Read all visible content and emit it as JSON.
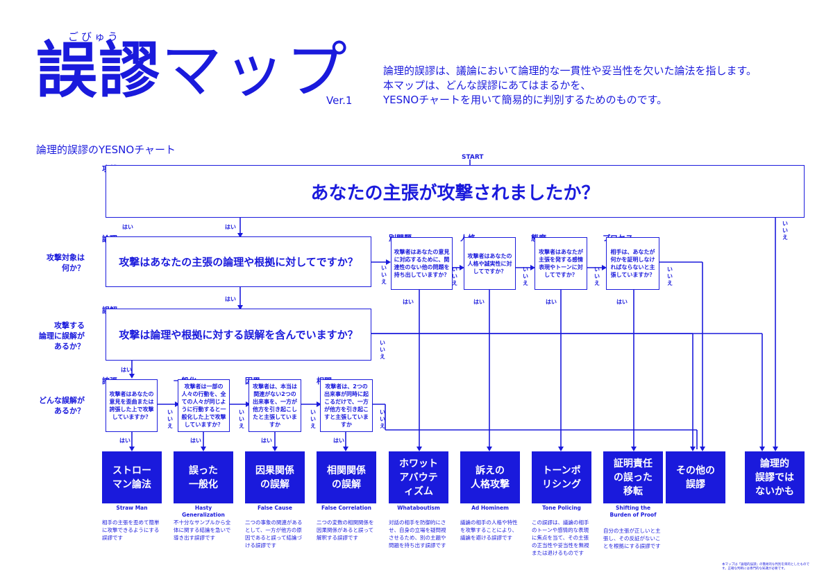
{
  "title": {
    "kanji": "誤謬",
    "kana": "マップ",
    "ruby": "ごびゅう",
    "version": "Ver.1"
  },
  "intro": [
    "論理的誤謬は、議論において論理的な一貫性や妥当性を欠いた論法を指します。",
    "本マップは、どんな誤謬にあてはまるかを、",
    "YESNOチャートを用いて簡易的に判別するためのものです。"
  ],
  "chart_title": "論理的誤謬のYESNOチャート",
  "start_label": "START",
  "labels": {
    "attack": "攻撃",
    "logic": "論理",
    "misunderstanding": "誤解"
  },
  "q1": "あなたの主張が攻撃されましたか？",
  "q2": "攻撃はあなたの主張の論理や根拠に対してですか？",
  "q3": "攻撃は論理や根拠に対する誤解を含んでいますか？",
  "side_questions": {
    "target": [
      "攻撃対象は",
      "何か？"
    ],
    "has_misunderstanding": [
      "攻撃する",
      "論理に誤解が",
      "あるか？"
    ],
    "which": [
      "どんな誤解が",
      "あるか？"
    ]
  },
  "yes": "はい",
  "no": "いいえ",
  "categories": {
    "other_issue": {
      "label": "別問題",
      "question": "攻撃者はあなたの意見に対応するために、関連性のない他の問題を持ち出していますか？"
    },
    "character": {
      "label": "人格",
      "question": "攻撃者はあなたの人格や誠実性に対してですか？"
    },
    "attitude": {
      "label": "態度",
      "question": "攻撃者はあなたが主張を発する感情表現やトーンに対してですか？"
    },
    "process": {
      "label": "プロセス",
      "question": "相手は、あなたが何かを証明しなければならないと主張していますか？"
    }
  },
  "errors": {
    "exaggeration": {
      "label": "誇張",
      "question": "攻撃者はあなたの意見を歪曲または誇張した上で攻撃していますか？"
    },
    "generalization": {
      "label": "一般化",
      "question": "攻撃者は一部の人々の行動を、全ての人々が同じように行動すると一般化した上で攻撃していますか？"
    },
    "cause": {
      "label": "因果",
      "question": "攻撃者は、本当は関連がない2つの出来事を、一方が他方を引き起こしたと主張していますか"
    },
    "correlation": {
      "label": "相関",
      "question": "攻撃者は、2つの出来事が同時に起こるだけで、一方が他方を引き起こすと主張していますか"
    }
  },
  "results": [
    {
      "jp": "ストロー\nマン論法",
      "en": "Straw Man",
      "desc": "相手の主張を歪めて簡単に攻撃できるようにする誤謬です"
    },
    {
      "jp": "誤った\n一般化",
      "en": "Hasty Generalization",
      "desc": "不十分なサンプルから全体に関する結論を急いで導き出す誤謬です"
    },
    {
      "jp": "因果関係\nの誤解",
      "en": "False Cause",
      "desc": "二つの事象の関連があるとして、一方が他方の原因であると誤って結論づける誤謬です"
    },
    {
      "jp": "相関関係\nの誤解",
      "en": "False Correlation",
      "desc": "二つの変数の相関関係を因果関係があると誤って解釈する誤謬です"
    },
    {
      "jp": "ホワット\nアバウテ\nィズム",
      "en": "Whataboutism",
      "desc": "対話の相手を防御的にさせ、自身の立場を疑問視させるため、別の主題や問題を持ち出す誤謬です"
    },
    {
      "jp": "訴えの\n人格攻撃",
      "en": "Ad Hominem",
      "desc": "議論の相手の人格や特性を攻撃することにより、議論を避ける誤謬です"
    },
    {
      "jp": "トーンポ\nリシング",
      "en": "Tone Policing",
      "desc": "この誤謬は、議論の相手のトーンや感情的な表現に焦点を当て、その主張の正当性や妥当性を無視または退けるものです"
    },
    {
      "jp": "証明責任\nの誤った\n移転",
      "en": "Shifting the\nBurden of Proof",
      "desc": "自分の主張が正しいと主張し、その反証がないことを根拠にする誤謬です"
    },
    {
      "jp": "その他の\n誤謬",
      "en": "",
      "desc": ""
    },
    {
      "jp": "論理的\n誤謬では\nないかも",
      "en": "",
      "desc": ""
    }
  ],
  "footnote": "本マップは「論理的誤謬」の簡易的な判別を目的としたものです。正確な判断には専門的な知識が必要です。"
}
